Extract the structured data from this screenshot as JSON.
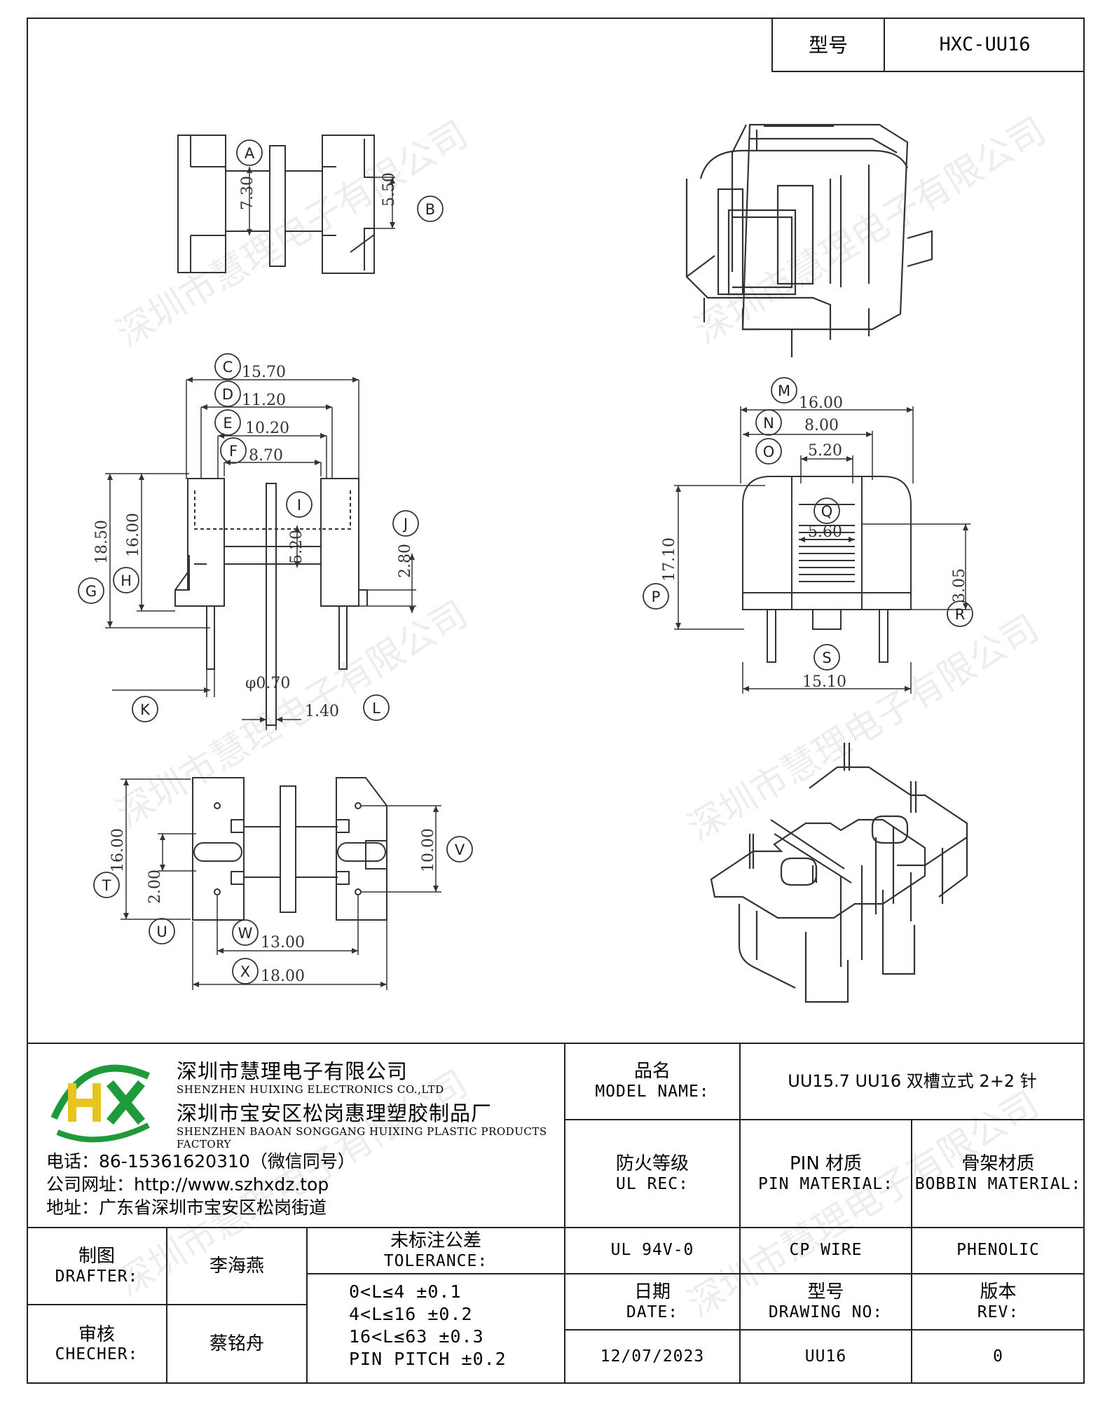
{
  "header": {
    "model_label": "型号",
    "model_value": "HXC-UU16"
  },
  "watermark": "深圳市慧理电子有限公司",
  "dimensions": {
    "A": "7.30",
    "B": "5.50",
    "C": "15.70",
    "D": "11.20",
    "E": "10.20",
    "F": "8.70",
    "G": "18.50",
    "H": "16.00",
    "I": "5.20",
    "J": "2.80",
    "K": "φ0.70",
    "L": "1.40",
    "M": "16.00",
    "N": "8.00",
    "O": "5.20",
    "P": "17.10",
    "Q": "5.60",
    "R": "3.05",
    "S": "15.10",
    "T": "16.00",
    "U": "2.00",
    "V": "10.00",
    "W": "13.00",
    "X": "18.00"
  },
  "company": {
    "name_cn": "深圳市慧理电子有限公司",
    "name_en": "SHENZHEN HUIXING ELECTRONICS CO.,LTD",
    "factory_cn": "深圳市宝安区松岗惠理塑胶制品厂",
    "factory_en": "SHENZHEN BAOAN SONGGANG HUIXING PLASTIC PRODUCTS FACTORY",
    "phone": "电话：86-15361620310（微信同号）",
    "website": "公司网址：http://www.szhxdz.top",
    "address": "地址：广东省深圳市宝安区松岗街道",
    "logo_text": "HX",
    "logo_colors": {
      "green": "#1f9a3a",
      "yellow": "#e8c51e"
    }
  },
  "title_block": {
    "model_name_cn": "品名",
    "model_name_en": "MODEL NAME:",
    "model_name_value": "UU15.7 UU16 双槽立式 2+2 针",
    "ul_cn": "防火等级",
    "ul_en": "UL REC:",
    "ul_value": "UL 94V-0",
    "pin_cn": "PIN 材质",
    "pin_en": "PIN MATERIAL:",
    "pin_value": "CP WIRE",
    "bobbin_cn": "骨架材质",
    "bobbin_en": "BOBBIN MATERIAL:",
    "bobbin_value": "PHENOLIC",
    "drafter_cn": "制图",
    "drafter_en": "DRAFTER:",
    "drafter_value": "李海燕",
    "checker_cn": "审核",
    "checker_en": "CHECHER:",
    "checker_value": "蔡铭舟",
    "tolerance_cn": "未标注公差",
    "tolerance_en": "TOLERANCE:",
    "tolerance_lines": [
      "0<L≤4  ±0.1",
      "4<L≤16 ±0.2",
      "16<L≤63 ±0.3",
      "PIN PITCH ±0.2"
    ],
    "date_cn": "日期",
    "date_en": "DATE:",
    "date_value": "12/07/2023",
    "drawing_cn": "型号",
    "drawing_en": "DRAWING NO:",
    "drawing_value": "UU16",
    "rev_cn": "版本",
    "rev_en": "REV:",
    "rev_value": "0"
  }
}
